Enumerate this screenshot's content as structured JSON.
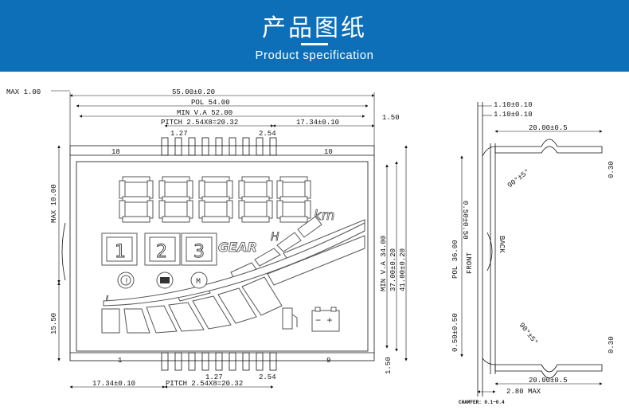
{
  "header": {
    "title_cn": "产品图纸",
    "title_en": "Product specification",
    "bg_color": "#0d6fb8"
  },
  "front_view": {
    "dims": {
      "max_thickness": "MAX 1.00",
      "overall_width": "55.00±0.20",
      "pol_width": "POL 54.00",
      "min_va_width": "MIN V.A 52.00",
      "pitch_top": "PITCH 2.54X8=20.32",
      "pin_offset_top": "17.34±0.10",
      "edge_gap_top": "1.50",
      "pin_gap_a": "1.27",
      "pin_gap_b": "2.54",
      "left_max": "MAX 10.00",
      "left_lower": "15.50",
      "right_va": "MIN V.A 34.00",
      "right_pol": "37.00±0.20",
      "right_total": "41.00±0.20",
      "edge_gap_bottom": "1.50",
      "pin_gap_a_bottom": "1.27",
      "pin_gap_b_bottom": "2.54",
      "pin_offset_bottom": "17.34±0.10",
      "pitch_bottom": "PITCH 2.54X8=20.32"
    },
    "pin_labels": {
      "top_left": "18",
      "top_right": "10",
      "bottom_left": "1",
      "bottom_right": "9"
    },
    "display": {
      "unit": "km",
      "gear_label": "GEAR",
      "gear_high": "H",
      "gear_low": "L",
      "gears": [
        "1",
        "2",
        "3"
      ],
      "icon_names": [
        "brake-warning-icon",
        "ecu-engine-icon",
        "motor-icon",
        "fuel-pump-icon",
        "battery-icon"
      ]
    }
  },
  "side_view": {
    "dims": {
      "top_a": "1.10±0.10",
      "top_b": "1.10±0.10",
      "width_top": "20.00±0.5",
      "height_right_top": "0.30",
      "offset_left_top": "0.50±0.50",
      "angle_top": "90°±5°",
      "pol": "POL 36.00",
      "front": "FRONT",
      "back": "BACK",
      "offset_left_bottom": "0.50±0.50",
      "angle_bottom": "90°±5°",
      "height_right_bottom": "0.30",
      "width_bottom": "20.00±0.5",
      "max_bottom": "2.80 MAX",
      "chamfer": "CHAMFER: 0.1~0.4"
    }
  }
}
